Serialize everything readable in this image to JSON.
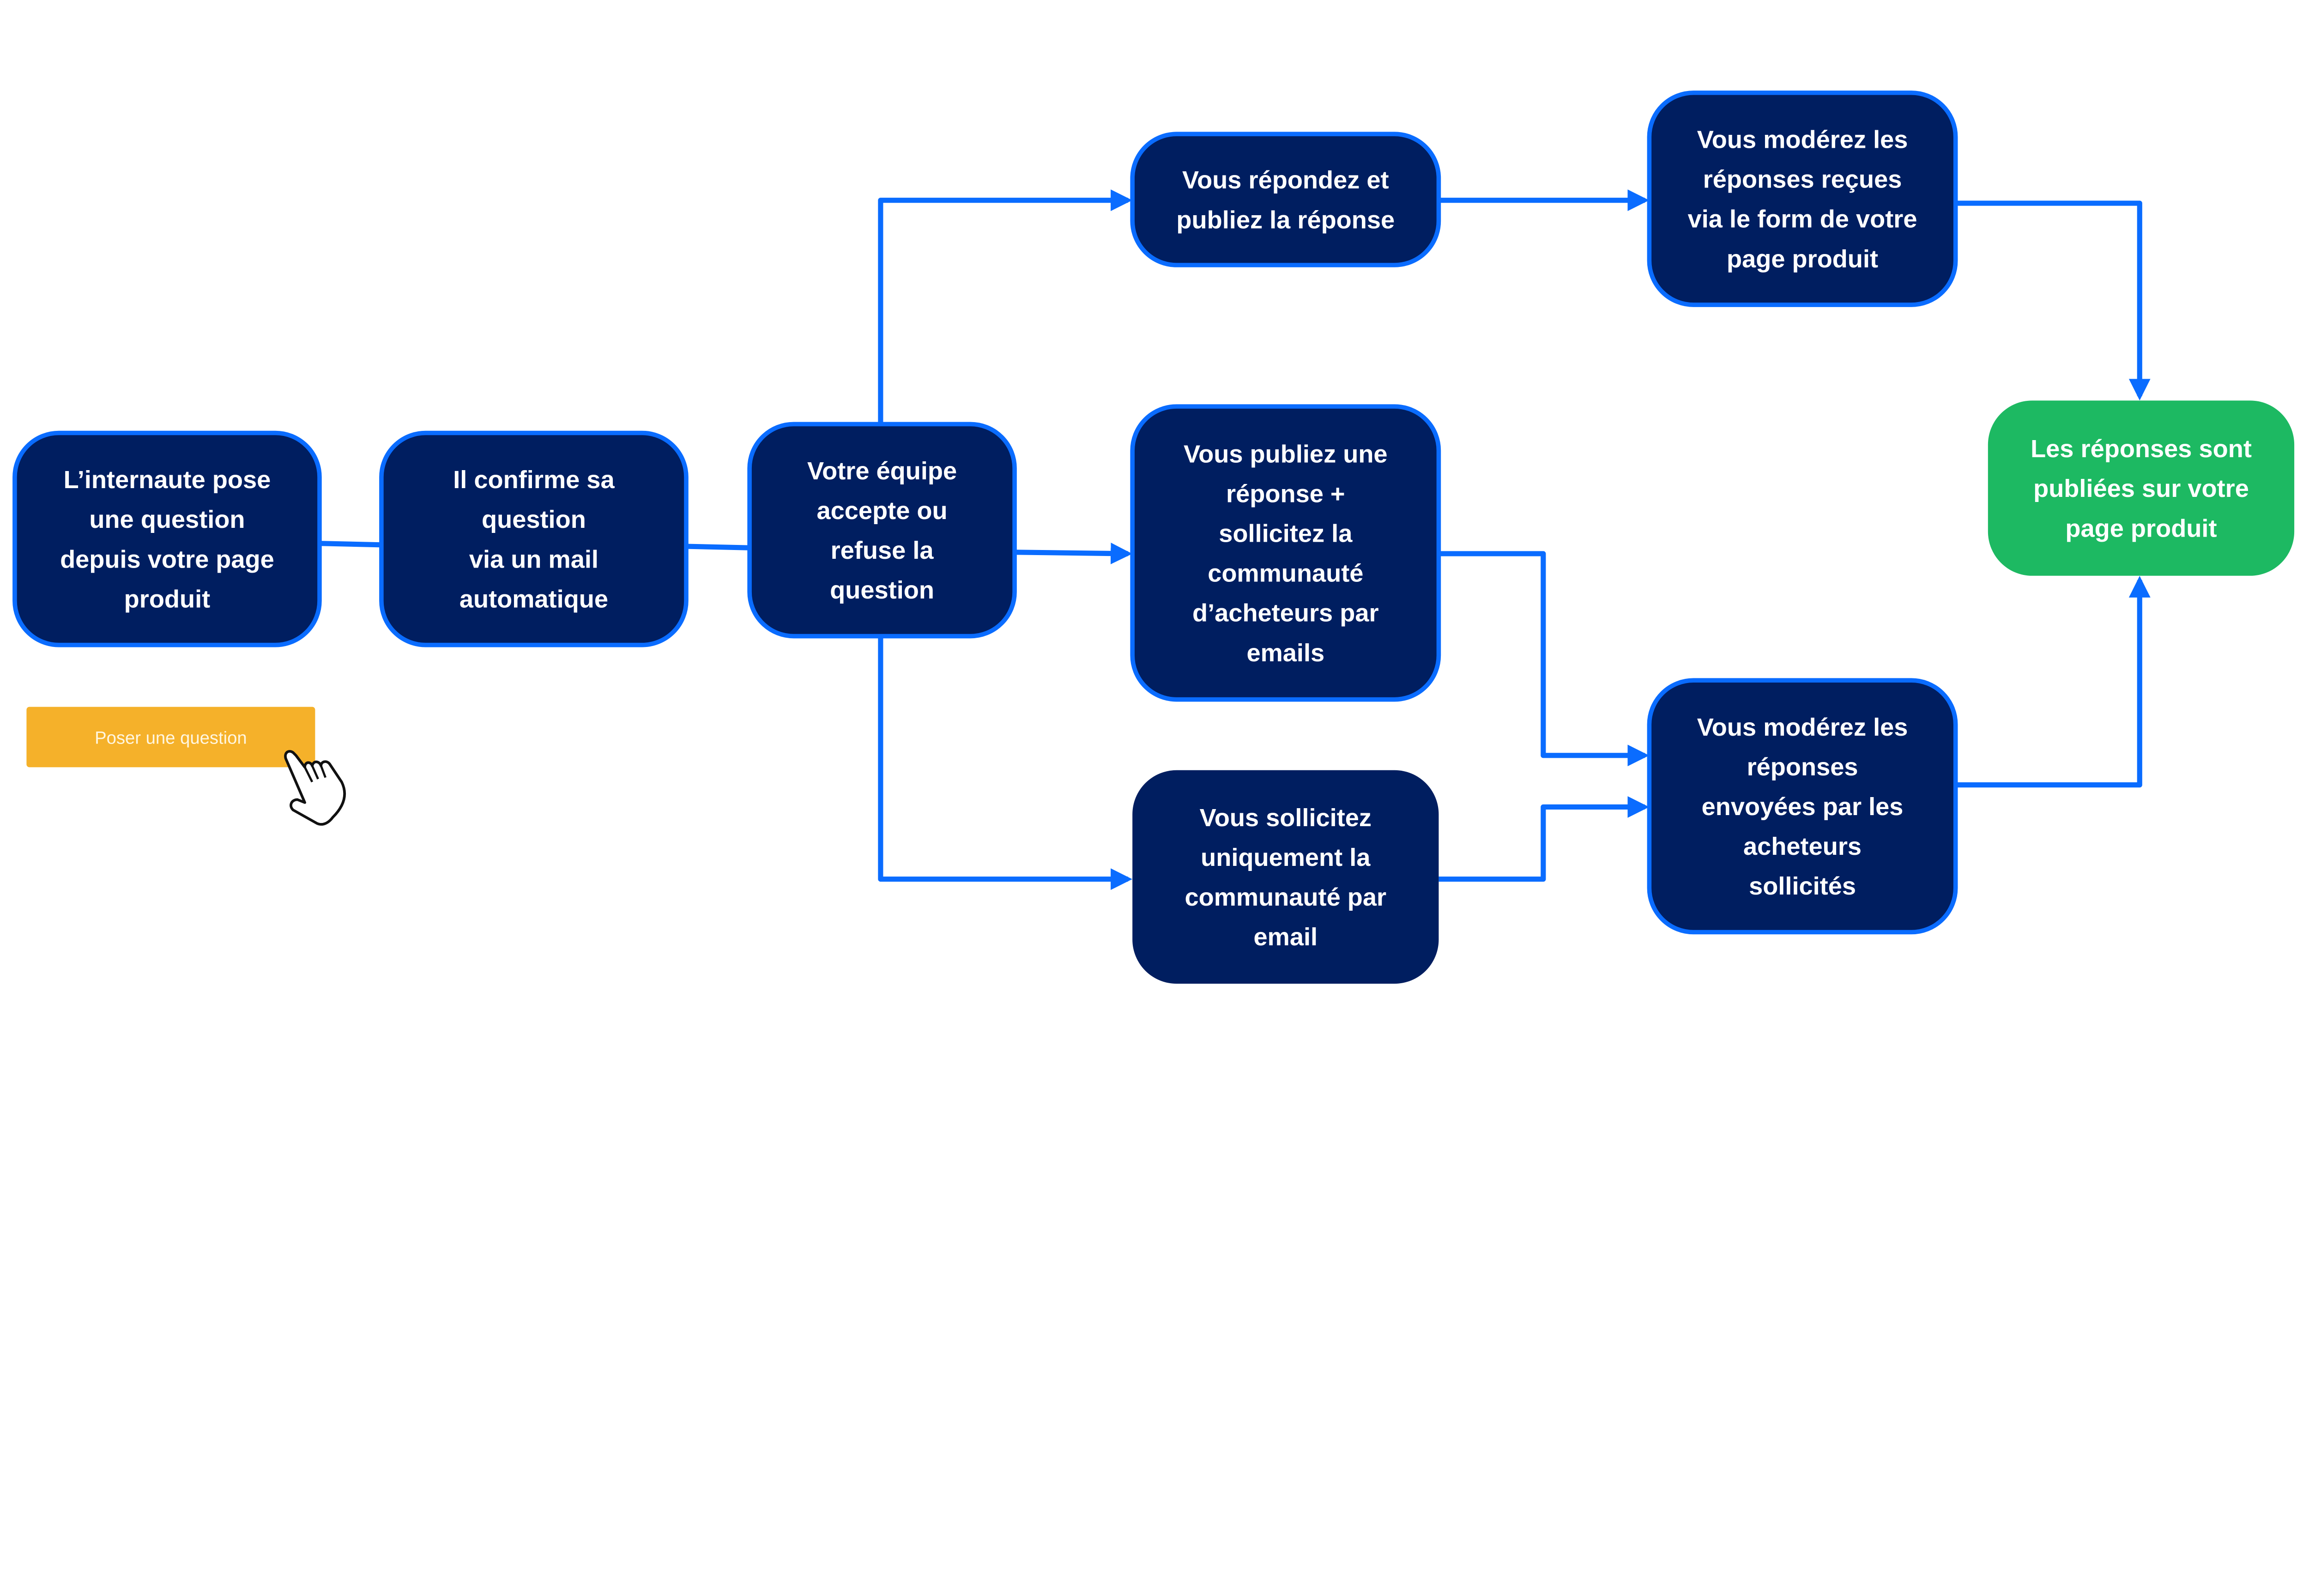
{
  "colors": {
    "node_fill": "#001E60",
    "node_border": "#0A6CFF",
    "edge": "#0A6CFF",
    "final_fill": "#1DB962",
    "button_fill": "#F5B12A"
  },
  "button": {
    "label": "Poser une question",
    "icon": "hand-pointer-icon"
  },
  "nodes": [
    {
      "id": "visitor-asks",
      "lines": [
        "L’internaute pose",
        "une question",
        "depuis votre page",
        "produit"
      ]
    },
    {
      "id": "confirm-email",
      "lines": [
        "Il confirme sa",
        "question",
        "via un mail",
        "automatique"
      ]
    },
    {
      "id": "team-review",
      "lines": [
        "Votre équipe",
        "accepte ou",
        "refuse la",
        "question"
      ]
    },
    {
      "id": "you-answer",
      "lines": [
        "Vous répondez et",
        "publiez la réponse"
      ]
    },
    {
      "id": "moderate-form",
      "lines": [
        "Vous modérez les",
        "réponses reçues",
        "via le form de votre",
        "page produit"
      ]
    },
    {
      "id": "publish-and-solicit",
      "lines": [
        "Vous publiez une",
        "réponse +",
        "sollicitez la",
        "communauté",
        "d’acheteurs par",
        "emails"
      ]
    },
    {
      "id": "solicit-only",
      "lines": [
        "Vous sollicitez",
        "uniquement la",
        "communauté par",
        "email"
      ]
    },
    {
      "id": "moderate-buyers",
      "lines": [
        "Vous modérez les",
        "réponses",
        "envoyées par les",
        "acheteurs",
        "sollicités"
      ]
    },
    {
      "id": "published",
      "lines": [
        "Les réponses sont",
        "publiées sur votre",
        "page produit"
      ]
    }
  ],
  "edges": [
    {
      "from": "visitor-asks",
      "to": "confirm-email"
    },
    {
      "from": "confirm-email",
      "to": "team-review"
    },
    {
      "from": "team-review",
      "to": "you-answer"
    },
    {
      "from": "team-review",
      "to": "publish-and-solicit"
    },
    {
      "from": "team-review",
      "to": "solicit-only"
    },
    {
      "from": "you-answer",
      "to": "moderate-form"
    },
    {
      "from": "moderate-form",
      "to": "published"
    },
    {
      "from": "publish-and-solicit",
      "to": "moderate-buyers"
    },
    {
      "from": "solicit-only",
      "to": "moderate-buyers"
    },
    {
      "from": "moderate-buyers",
      "to": "published"
    }
  ]
}
